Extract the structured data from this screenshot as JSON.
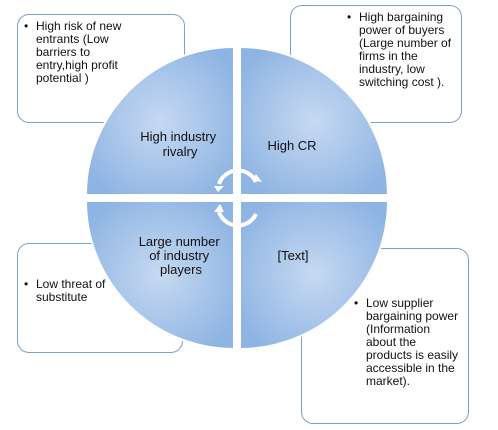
{
  "quadrants": {
    "top_left": "High industry rivalry",
    "top_right": "High CR",
    "bottom_left": "Large number of industry players",
    "bottom_right": "[Text]"
  },
  "boxes": {
    "top_left": "High risk of new entrants (Low barriers to entry,high profit potential )",
    "top_right": "High bargaining power of buyers (Large number of firms in the industry, low switching cost ).",
    "bottom_left": "Low threat of substitute",
    "bottom_right": "Low supplier bargaining power (Information about the products is easily accessible in the market)."
  },
  "colors": {
    "quadrant_fill": "#8eb4e3",
    "quadrant_fill_light": "#c6d9f1",
    "box_border": "#7f9fc9",
    "arrow": "#ffffff"
  }
}
